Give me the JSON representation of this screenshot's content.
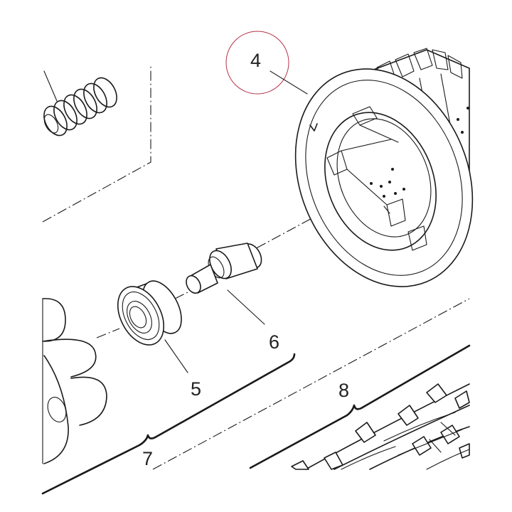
{
  "diagram": {
    "callouts": [
      {
        "id": "4",
        "label": "4"
      },
      {
        "id": "5",
        "label": "5"
      },
      {
        "id": "6",
        "label": "6"
      },
      {
        "id": "7",
        "label": "7"
      },
      {
        "id": "8",
        "label": "8"
      }
    ],
    "colors": {
      "line": "#1a1a1a",
      "highlight-circle": "#b5334a",
      "background": "#ffffff"
    }
  }
}
